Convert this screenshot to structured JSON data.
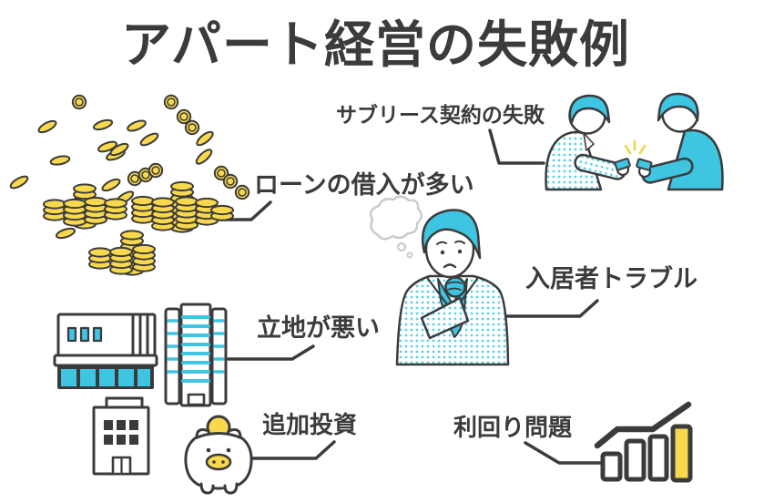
{
  "title": "アパート経営の失敗例",
  "callouts": [
    {
      "id": "loan",
      "label": "ローンの借入が多い",
      "icon": "coin-piles-icon"
    },
    {
      "id": "sublease",
      "label": "サブリース契約の失敗",
      "icon": "businessmen-meeting-icon"
    },
    {
      "id": "tenant",
      "label": "入居者トラブル",
      "icon": "worried-man-icon"
    },
    {
      "id": "location",
      "label": "立地が悪い",
      "icon": "buildings-icon"
    },
    {
      "id": "investment",
      "label": "追加投資",
      "icon": "piggy-bank-icon"
    },
    {
      "id": "yield",
      "label": "利回り問題",
      "icon": "growth-bar-chart-icon"
    }
  ],
  "colors": {
    "outline": "#3b3b3b",
    "accent_teal": "#3ec5e2",
    "accent_teal_dot": "#5bd2ea",
    "accent_yellow": "#f8d94d",
    "bubble_gray": "#cbcbcb",
    "background": "#ffffff"
  }
}
